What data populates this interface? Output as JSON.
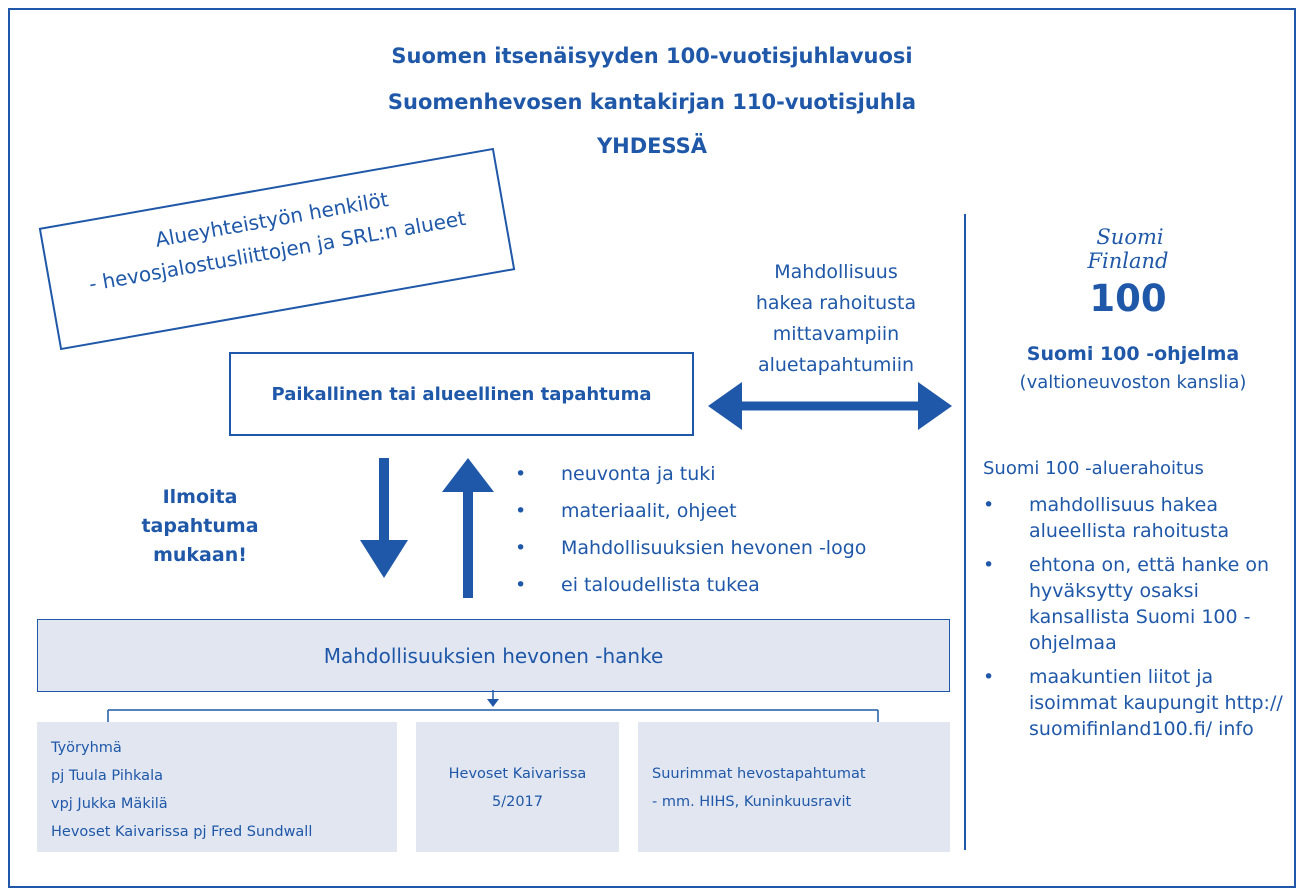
{
  "header": {
    "line1": "Suomen itsenäisyyden 100-vuotisjuhlavuosi",
    "line2": "Suomenhevosen kantakirjan 110-vuotisjuhla",
    "line3": "YHDESSÄ"
  },
  "regional_people": {
    "line1": "Alueyhteistyön henkilöt",
    "line2": "- hevosjalostusliittojen ja SRL:n alueet"
  },
  "local_event": "Paikallinen tai alueellinen tapahtuma",
  "funding_note": {
    "line1": "Mahdollisuus",
    "line2": "hakea rahoitusta",
    "line3": "mittavampiin",
    "line4": "aluetapahtumiin"
  },
  "register_note": {
    "line1": "Ilmoita",
    "line2": "tapahtuma",
    "line3": "mukaan!"
  },
  "support_items": [
    "neuvonta ja tuki",
    "materiaalit, ohjeet",
    "Mahdollisuuksien hevonen -logo",
    "ei taloudellista tukea"
  ],
  "project": "Mahdollisuuksien hevonen -hanke",
  "working_group": {
    "line1": "Työryhmä",
    "line2": "pj Tuula Pihkala",
    "line3": "vpj Jukka Mäkilä",
    "line4": "Hevoset Kaivarissa pj Fred Sundwall"
  },
  "kaivari": {
    "line1": "Hevoset Kaivarissa",
    "line2": "5/2017"
  },
  "major_events": {
    "line1": "Suurimmat hevostapahtumat",
    "line2": "- mm. HIHS, Kuninkuusravit"
  },
  "logo": {
    "script1": "Suomi",
    "script2": "Finland",
    "number": "100"
  },
  "program": {
    "title": "Suomi 100 -ohjelma",
    "subtitle": "(valtioneuvoston kanslia)"
  },
  "regional_funding": {
    "title": "Suomi 100 -aluerahoitus",
    "items": [
      "mahdollisuus hakea alueellista rahoitusta",
      "ehtona on, että hanke on hyväksytty osaksi kansallista Suomi 100 -ohjelmaa",
      "maakuntien liitot ja isoimmat kaupungit http:// suomifinland100.fi/ info"
    ]
  },
  "colors": {
    "primary": "#1f58a8",
    "box_fill": "#e1e6f1"
  }
}
